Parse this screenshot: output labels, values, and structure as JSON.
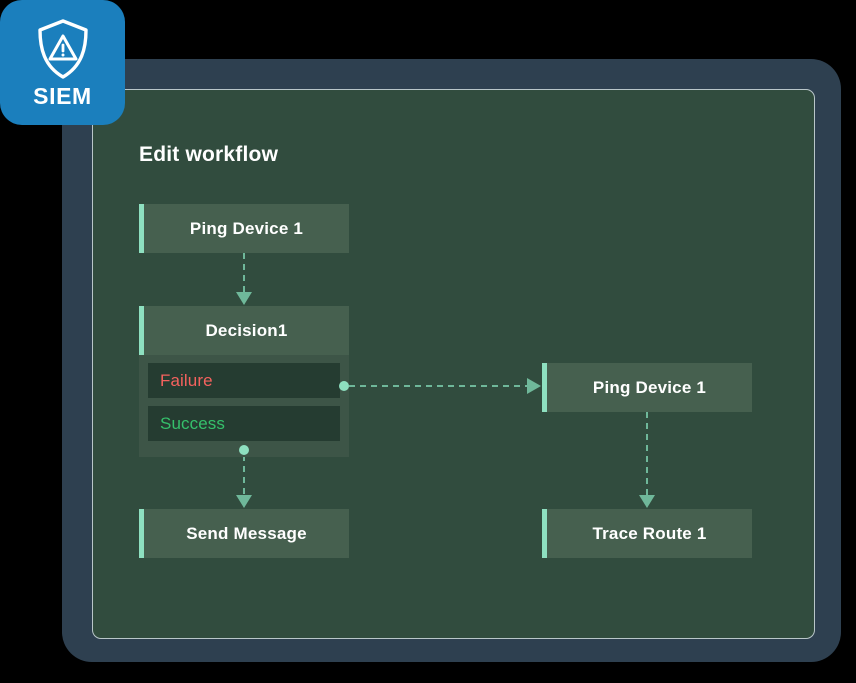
{
  "badge": {
    "label": "SIEM",
    "icon": "shield-warning-icon",
    "background_color": "#1b7fbd"
  },
  "panel": {
    "title": "Edit workflow",
    "background_color": "#314c3e",
    "border_color": "#b9c6c9"
  },
  "frame": {
    "background_color": "#2e4050"
  },
  "colors": {
    "node_fill": "#46604f",
    "node_accent": "#8ee0c0",
    "branch_container": "#3d5547",
    "branch_row_fill": "#253c31",
    "failure_text": "#f4625e",
    "success_text": "#35c06b",
    "connector": "#6fb89a",
    "node_text": "#ffffff"
  },
  "workflow": {
    "nodes": [
      {
        "id": "ping-device-1",
        "label": "Ping Device 1"
      },
      {
        "id": "decision1",
        "label": "Decision1"
      },
      {
        "id": "send-message",
        "label": "Send Message"
      },
      {
        "id": "ping-device-1-right",
        "label": "Ping Device 1"
      },
      {
        "id": "trace-route-1",
        "label": "Trace Route 1"
      }
    ],
    "branches": [
      {
        "id": "failure",
        "label": "Failure",
        "state": "failure"
      },
      {
        "id": "success",
        "label": "Success",
        "state": "success"
      }
    ],
    "connections": [
      {
        "from": "ping-device-1",
        "to": "decision1",
        "style": "dashed",
        "direction": "down"
      },
      {
        "from": "failure",
        "to": "ping-device-1-right",
        "style": "dashed",
        "direction": "right"
      },
      {
        "from": "success",
        "to": "send-message",
        "style": "dashed",
        "direction": "down"
      },
      {
        "from": "ping-device-1-right",
        "to": "trace-route-1",
        "style": "dashed",
        "direction": "down"
      }
    ]
  }
}
